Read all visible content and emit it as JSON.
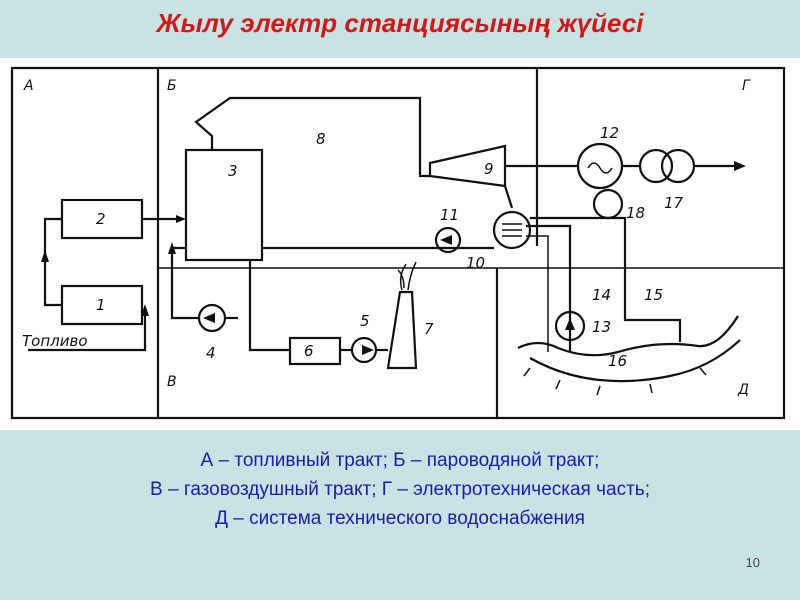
{
  "title": "Жылу электр станциясының жүйесі",
  "diagram": {
    "zones": [
      "А",
      "Б",
      "В",
      "Г",
      "Д"
    ],
    "components": [
      "1",
      "2",
      "3",
      "4",
      "5",
      "6",
      "7",
      "8",
      "9",
      "10",
      "11",
      "12",
      "13",
      "14",
      "15",
      "16",
      "17",
      "18"
    ],
    "fuel_label": "Топливо"
  },
  "caption": {
    "lines": [
      "А – топливный тракт; Б – пароводяной тракт;",
      "В – газовоздушный тракт; Г – электротехническая часть;",
      "Д – система технического водоснабжения"
    ]
  },
  "page_number": "10"
}
